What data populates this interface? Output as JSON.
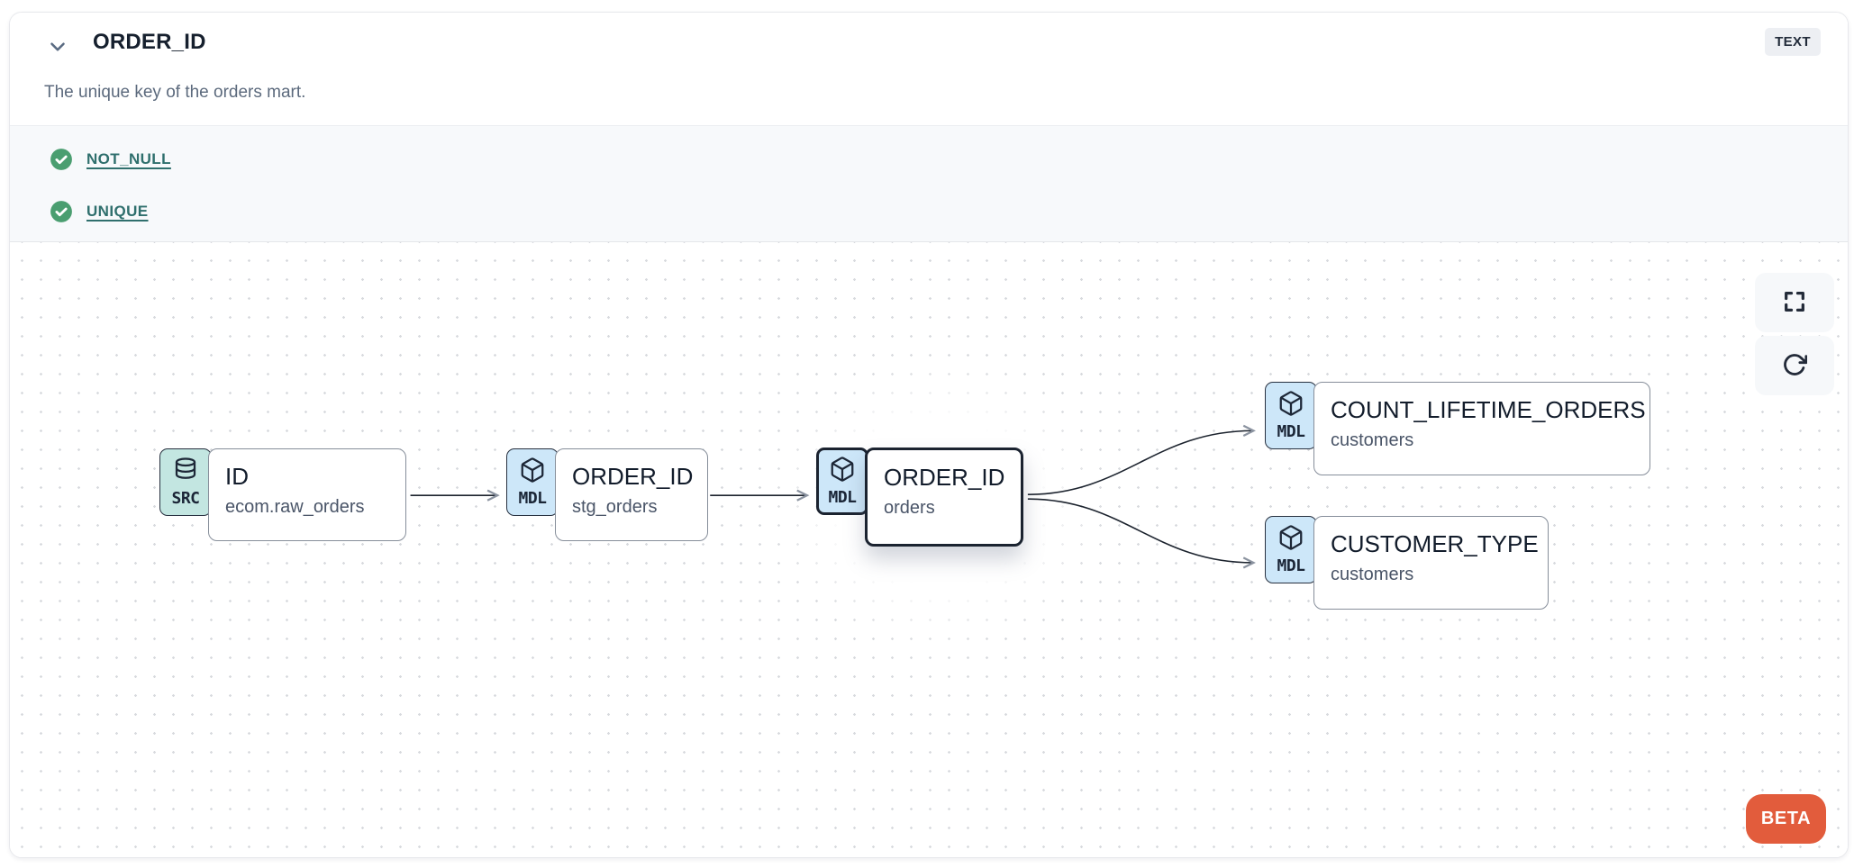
{
  "header": {
    "title": "ORDER_ID",
    "type_badge": "TEXT",
    "description": "The unique key of the orders mart."
  },
  "tests": {
    "items": [
      {
        "icon": "check-circle",
        "status": "pass",
        "label": "NOT_NULL"
      },
      {
        "icon": "check-circle",
        "status": "pass",
        "label": "UNIQUE"
      }
    ]
  },
  "lineage": {
    "nodes": [
      {
        "badge": "SRC",
        "icon": "database",
        "title": "ID",
        "subtitle": "ecom.raw_orders",
        "selected": false
      },
      {
        "badge": "MDL",
        "icon": "box",
        "title": "ORDER_ID",
        "subtitle": "stg_orders",
        "selected": false
      },
      {
        "badge": "MDL",
        "icon": "box",
        "title": "ORDER_ID",
        "subtitle": "orders",
        "selected": true
      },
      {
        "badge": "MDL",
        "icon": "box",
        "title": "COUNT_LIFETIME_ORDERS",
        "subtitle": "customers",
        "selected": false
      },
      {
        "badge": "MDL",
        "icon": "box",
        "title": "CUSTOMER_TYPE",
        "subtitle": "customers",
        "selected": false
      }
    ],
    "edges": [
      {
        "from": "ID (ecom.raw_orders)",
        "to": "ORDER_ID (stg_orders)"
      },
      {
        "from": "ORDER_ID (stg_orders)",
        "to": "ORDER_ID (orders)"
      },
      {
        "from": "ORDER_ID (orders)",
        "to": "COUNT_LIFETIME_ORDERS (customers)"
      },
      {
        "from": "ORDER_ID (orders)",
        "to": "CUSTOMER_TYPE (customers)"
      }
    ],
    "beta_label": "BETA"
  },
  "colors": {
    "src_badge_bg": "#c3e6e1",
    "mdl_badge_bg": "#cde7f9",
    "check_green": "#4a9e70",
    "test_link": "#2f6f6d",
    "beta_orange": "#e25c3c",
    "selected_border": "#1b2330",
    "edge_stroke": "#1c232e"
  }
}
